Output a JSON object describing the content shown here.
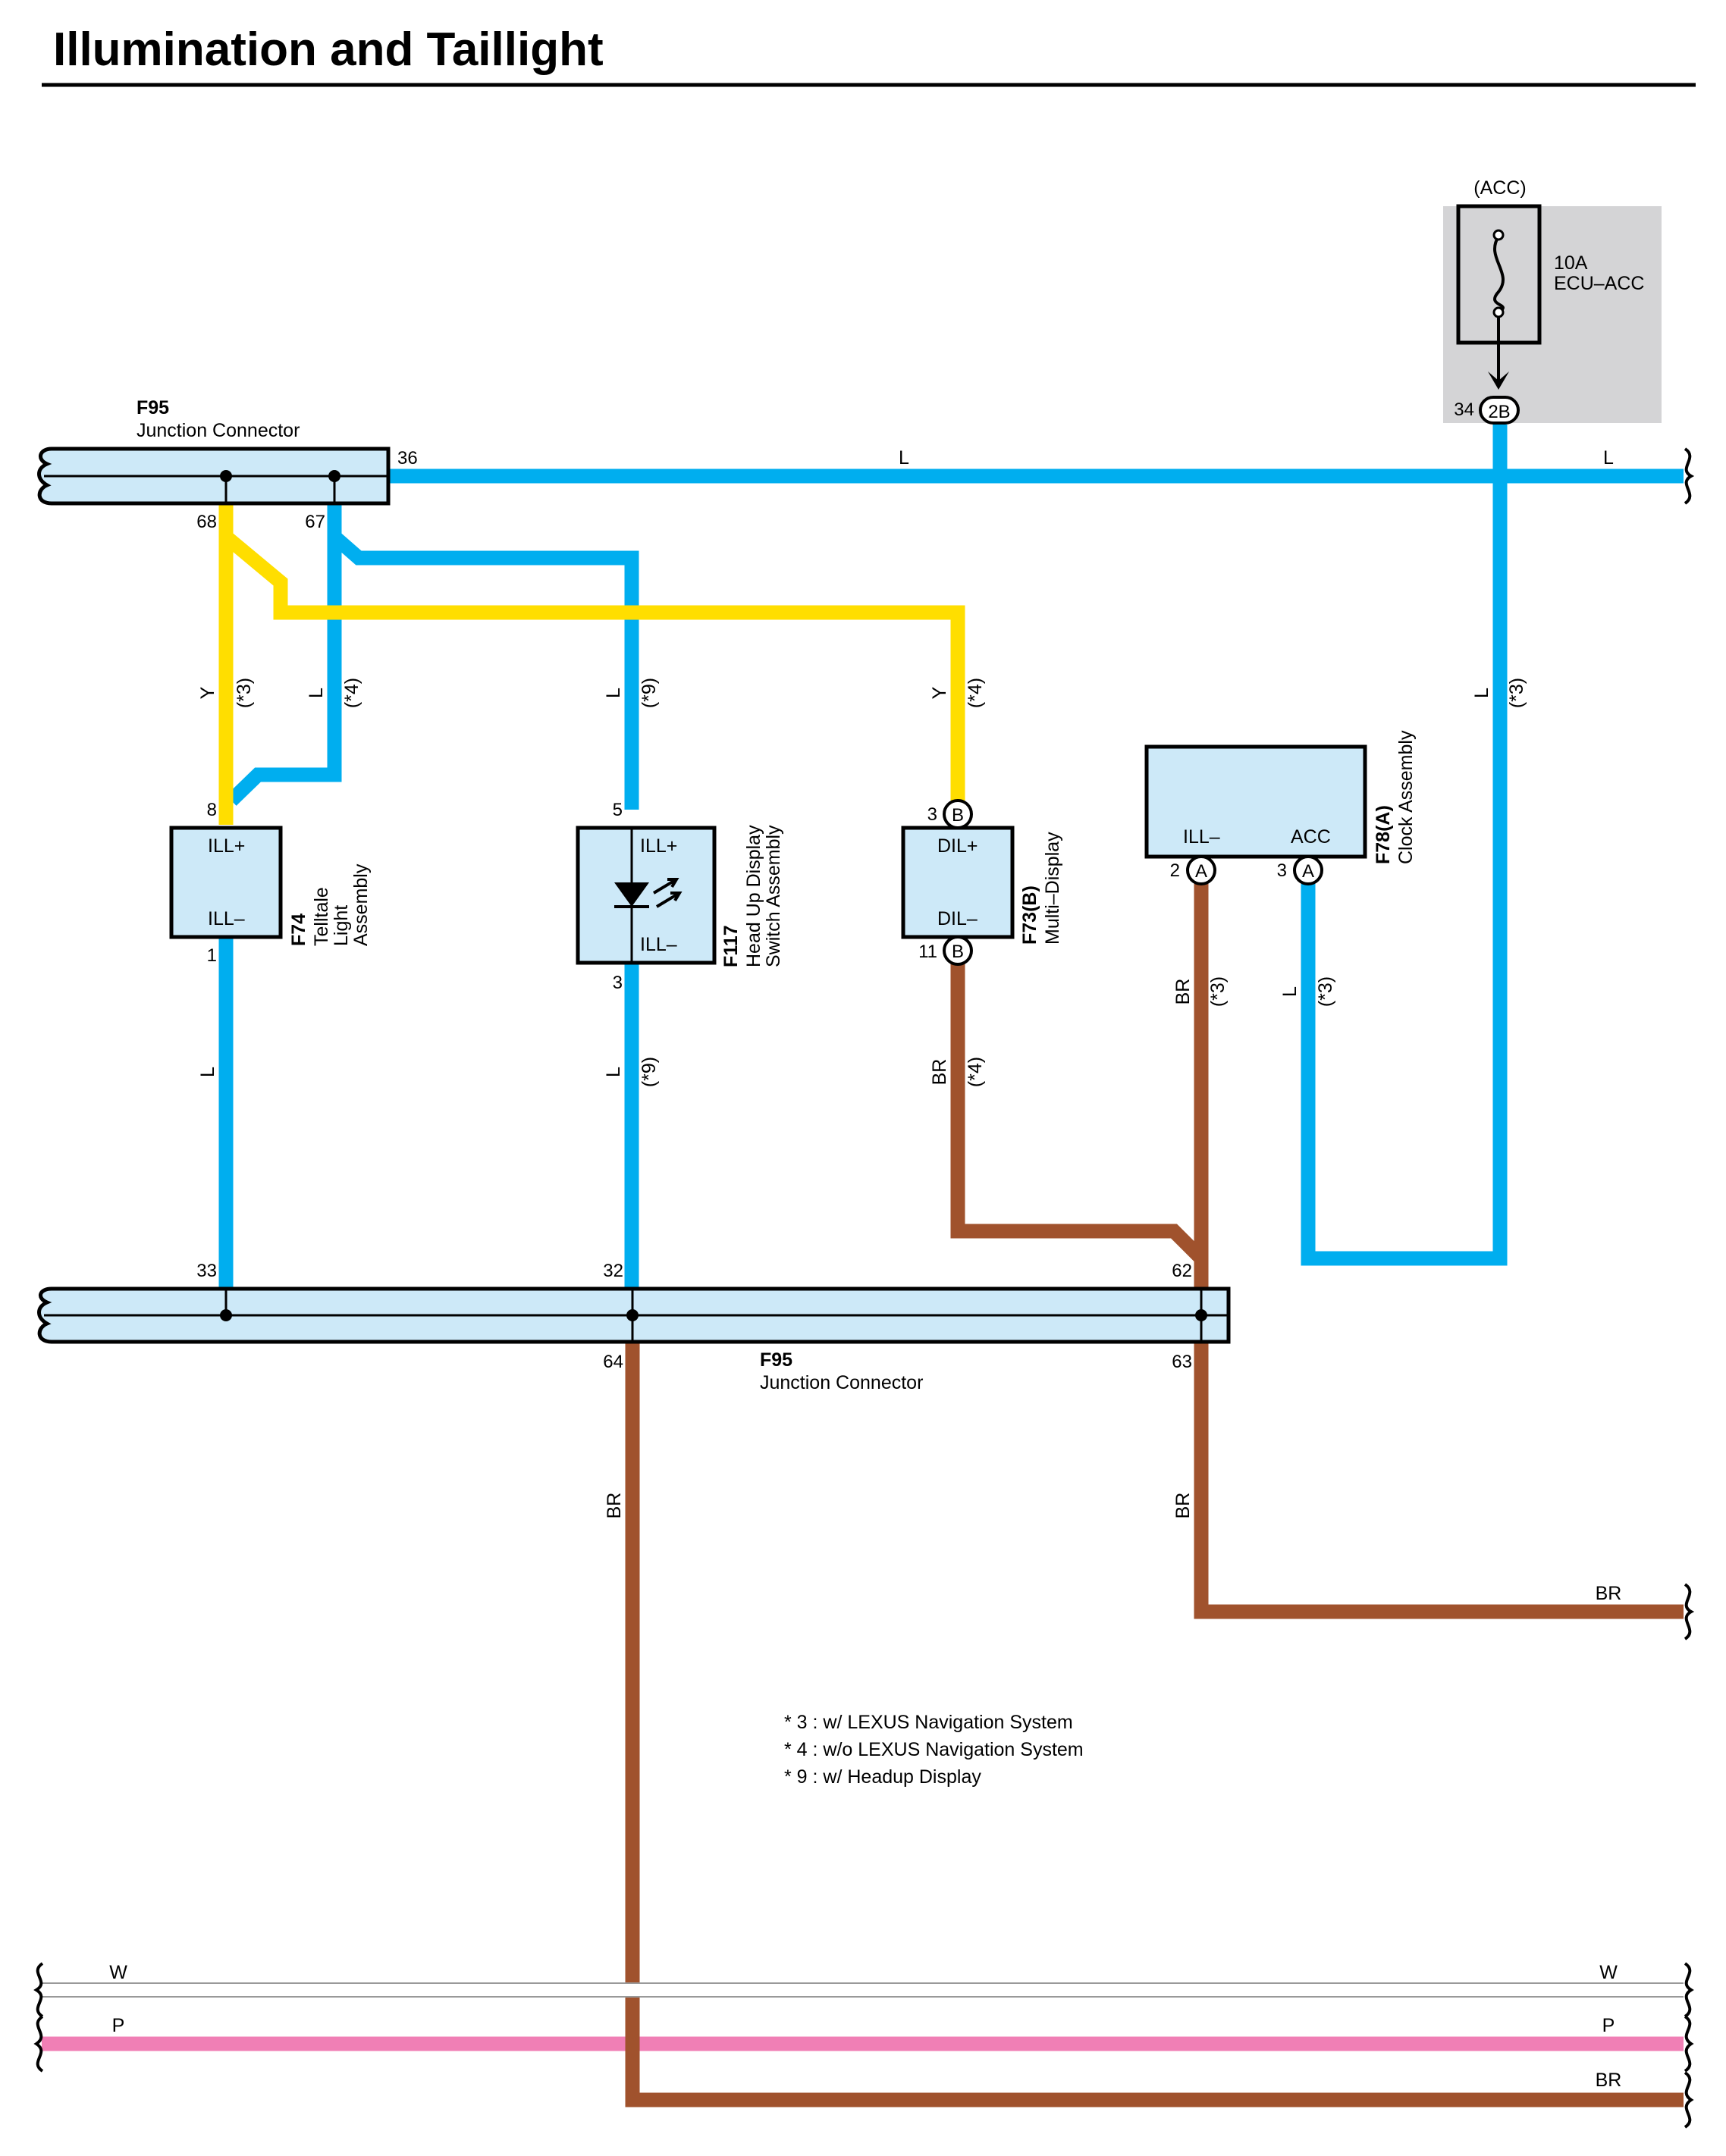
{
  "title": "Illumination and Taillight",
  "colors": {
    "L": "#00aeef",
    "Y": "#ffde00",
    "BR": "#a0522d",
    "P": "#f07fb5",
    "W": "#ffffff",
    "component_fill": "#cde9f8",
    "fuse_box_fill": "#d4d4d6"
  },
  "fuse": {
    "circuit": "(ACC)",
    "rating": "10A",
    "name": "ECU–ACC",
    "pin": "34",
    "connector": "2B"
  },
  "junction_top": {
    "code": "F95",
    "name": "Junction Connector",
    "pins": {
      "p36": "36",
      "p68": "68",
      "p67": "67"
    }
  },
  "junction_bottom": {
    "code": "F95",
    "name": "Junction Connector",
    "pins": {
      "p33": "33",
      "p32": "32",
      "p62": "62",
      "p64": "64",
      "p63": "63"
    }
  },
  "components": {
    "f74": {
      "code": "F74",
      "name_line1": "Telltale",
      "name_line2": "Light",
      "name_line3": "Assembly",
      "pin_top": "8",
      "pin_bottom": "1",
      "term_top": "ILL+",
      "term_bottom": "ILL–"
    },
    "f117": {
      "code": "F117",
      "name_line1": "Head Up Display",
      "name_line2": "Switch Assembly",
      "pin_top": "5",
      "pin_bottom": "3",
      "term_top": "ILL+",
      "term_bottom": "ILL–"
    },
    "f73": {
      "code": "F73(B)",
      "name": "Multi–Display",
      "pin_top": "3",
      "pin_bottom": "11",
      "conn": "B",
      "term_top": "DIL+",
      "term_bottom": "DIL–"
    },
    "f78": {
      "code": "F78(A)",
      "name": "Clock Assembly",
      "pin_ill": "2",
      "pin_acc": "3",
      "conn": "A",
      "term_ill": "ILL–",
      "term_acc": "ACC"
    }
  },
  "wire_labels": {
    "L": "L",
    "Y": "Y",
    "BR": "BR",
    "W": "W",
    "P": "P",
    "n3": "(*3)",
    "n4": "(*4)",
    "n9": "(*9)"
  },
  "notes": [
    "* 3 : w/ LEXUS Navigation System",
    "* 4 : w/o LEXUS Navigation System",
    "* 9 : w/ Headup Display"
  ]
}
